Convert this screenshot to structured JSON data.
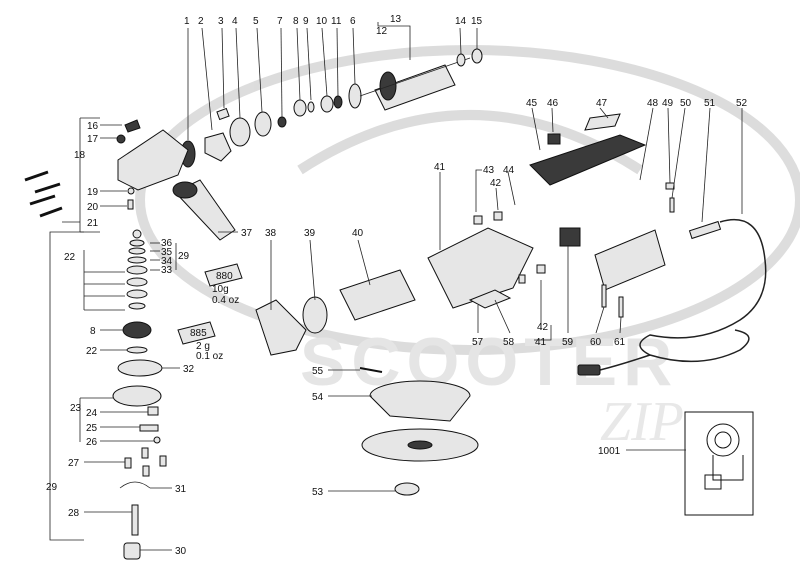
{
  "watermark": {
    "text": "SCOOTER",
    "subtext": "ZIP"
  },
  "tubes": [
    {
      "code": "880",
      "qty": "10g",
      "qty_alt": "0.4 oz"
    },
    {
      "code": "885",
      "qty": "2 g",
      "qty_alt": "0.1 oz"
    }
  ],
  "labels": {
    "p1": "1",
    "p2": "2",
    "p3": "3",
    "p4": "4",
    "p5": "5",
    "p6": "6",
    "p7": "7",
    "p8": "8",
    "p9": "9",
    "p10": "10",
    "p11": "11",
    "p12": "12",
    "p13": "13",
    "p14": "14",
    "p15": "15",
    "p16": "16",
    "p17": "17",
    "p18": "18",
    "p19": "19",
    "p20": "20",
    "p21": "21",
    "p22a": "22",
    "p22b": "22",
    "p23": "23",
    "p24": "24",
    "p25": "25",
    "p26": "26",
    "p27": "27",
    "p28": "28",
    "p29a": "29",
    "p29b": "29",
    "p30": "30",
    "p31": "31",
    "p32": "32",
    "p33": "33",
    "p34": "34",
    "p35": "35",
    "p36": "36",
    "p37": "37",
    "p38": "38",
    "p39": "39",
    "p40": "40",
    "p41a": "41",
    "p41b": "41",
    "p42a": "42",
    "p42b": "42",
    "p43": "43",
    "p44": "44",
    "p45": "45",
    "p46": "46",
    "p47": "47",
    "p48": "48",
    "p49": "49",
    "p50": "50",
    "p51": "51",
    "p52": "52",
    "p53": "53",
    "p54": "54",
    "p55": "55",
    "p57": "57",
    "p58": "58",
    "p59": "59",
    "p60": "60",
    "p61": "61",
    "p8b": "8",
    "p1001": "1001"
  }
}
